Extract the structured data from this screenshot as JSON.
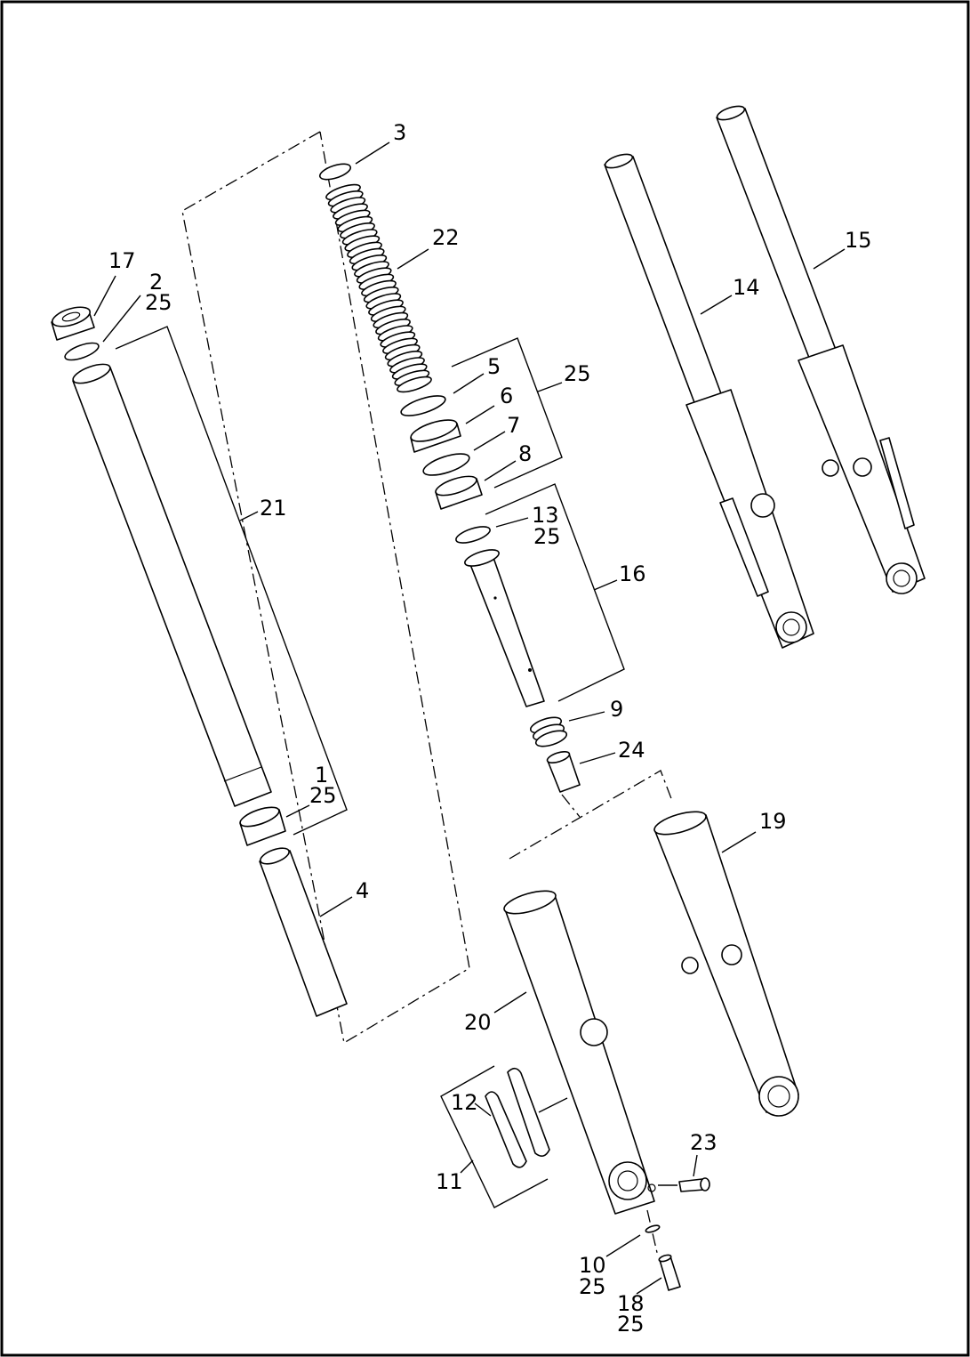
{
  "callouts": [
    {
      "id": "c3",
      "lines": [
        "3"
      ]
    },
    {
      "id": "c22",
      "lines": [
        "22"
      ]
    },
    {
      "id": "c17",
      "lines": [
        "17"
      ]
    },
    {
      "id": "c2",
      "lines": [
        "2",
        "25"
      ]
    },
    {
      "id": "c5",
      "lines": [
        "5"
      ]
    },
    {
      "id": "c25a",
      "lines": [
        "25"
      ]
    },
    {
      "id": "c6",
      "lines": [
        "6"
      ]
    },
    {
      "id": "c7",
      "lines": [
        "7"
      ]
    },
    {
      "id": "c8",
      "lines": [
        "8"
      ]
    },
    {
      "id": "c13",
      "lines": [
        "13",
        "25"
      ]
    },
    {
      "id": "c16",
      "lines": [
        "16"
      ]
    },
    {
      "id": "c21",
      "lines": [
        "21"
      ]
    },
    {
      "id": "c14",
      "lines": [
        "14"
      ]
    },
    {
      "id": "c15",
      "lines": [
        "15"
      ]
    },
    {
      "id": "c9",
      "lines": [
        "9"
      ]
    },
    {
      "id": "c24",
      "lines": [
        "24"
      ]
    },
    {
      "id": "c1",
      "lines": [
        "1",
        "25"
      ]
    },
    {
      "id": "c19",
      "lines": [
        "19"
      ]
    },
    {
      "id": "c4",
      "lines": [
        "4"
      ]
    },
    {
      "id": "c20",
      "lines": [
        "20"
      ]
    },
    {
      "id": "c12",
      "lines": [
        "12"
      ]
    },
    {
      "id": "c11",
      "lines": [
        "11"
      ]
    },
    {
      "id": "c23",
      "lines": [
        "23"
      ]
    },
    {
      "id": "c10",
      "lines": [
        "10",
        "25"
      ]
    },
    {
      "id": "c18",
      "lines": [
        "18",
        "25"
      ]
    }
  ]
}
